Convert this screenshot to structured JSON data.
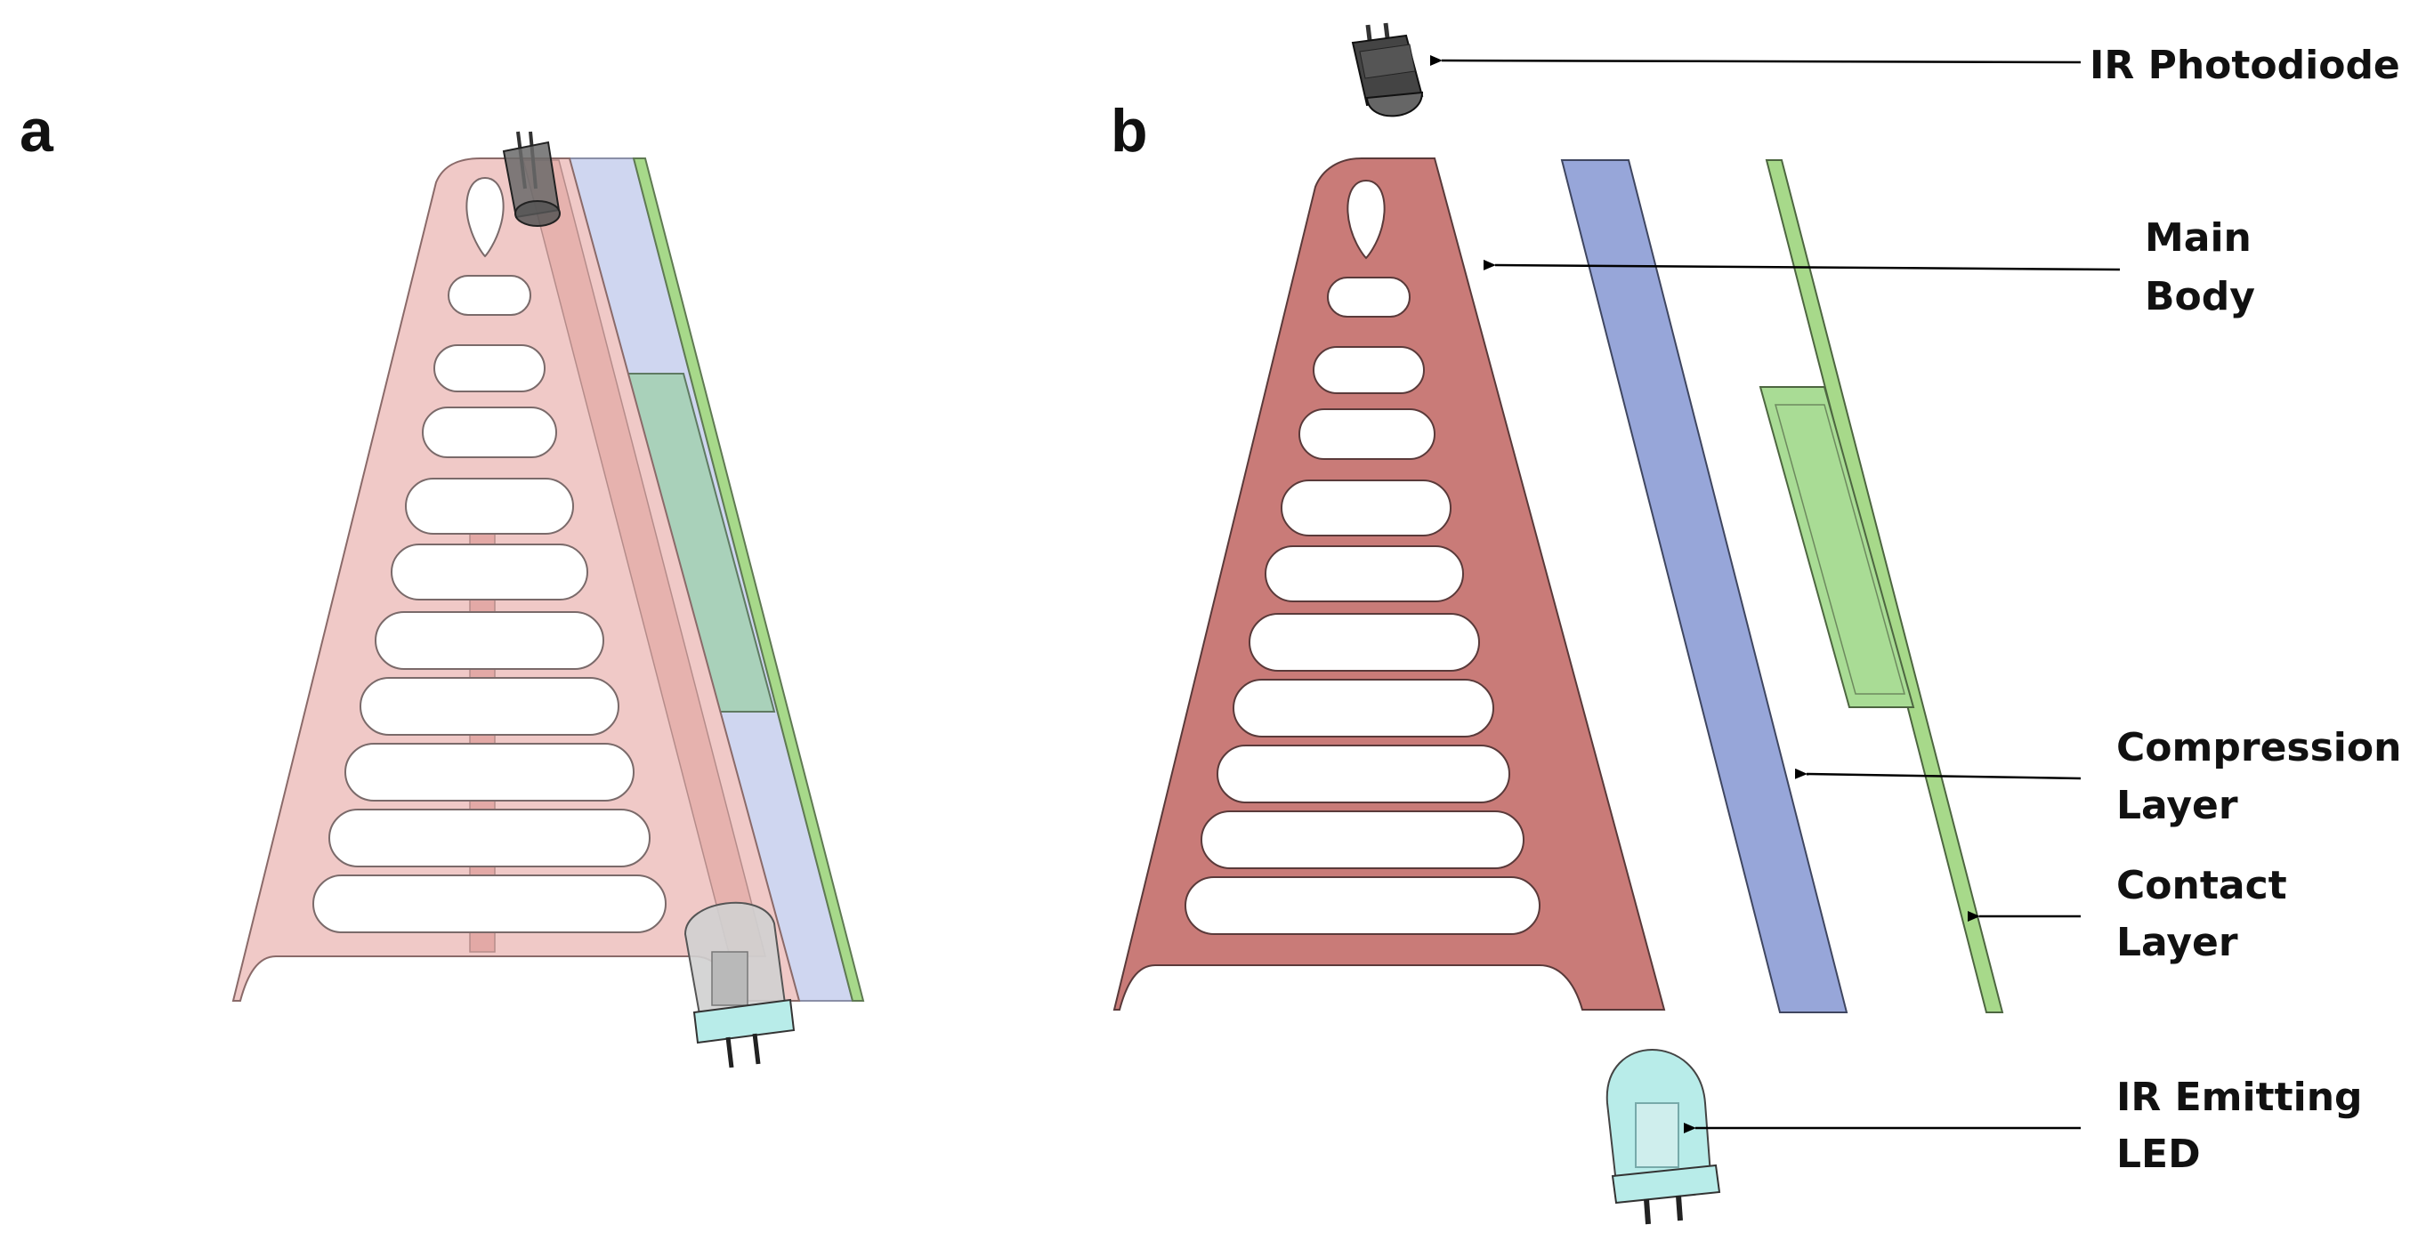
{
  "panels": {
    "a": "a",
    "b": "b"
  },
  "callouts": {
    "photodiode": [
      "IR Photodiode"
    ],
    "main_body": [
      "Main",
      "Body"
    ],
    "compression": [
      "Compression",
      "Layer"
    ],
    "contact": [
      "Contact",
      "Layer"
    ],
    "led": [
      "IR Emitting",
      "LED"
    ]
  },
  "colors": {
    "main_body": "#c97b78",
    "main_body_transparent": "#f0c9c7",
    "compression_layer": "#97a6d9",
    "compression_transparent": "#cfd6f0",
    "contact_layer": "#a7d98a",
    "led": "#b8ece9",
    "photodiode": "#4a4a4a"
  },
  "icons": {
    "photodiode": "photodiode-icon",
    "led": "led-icon",
    "arrow": "arrow-left-icon"
  }
}
